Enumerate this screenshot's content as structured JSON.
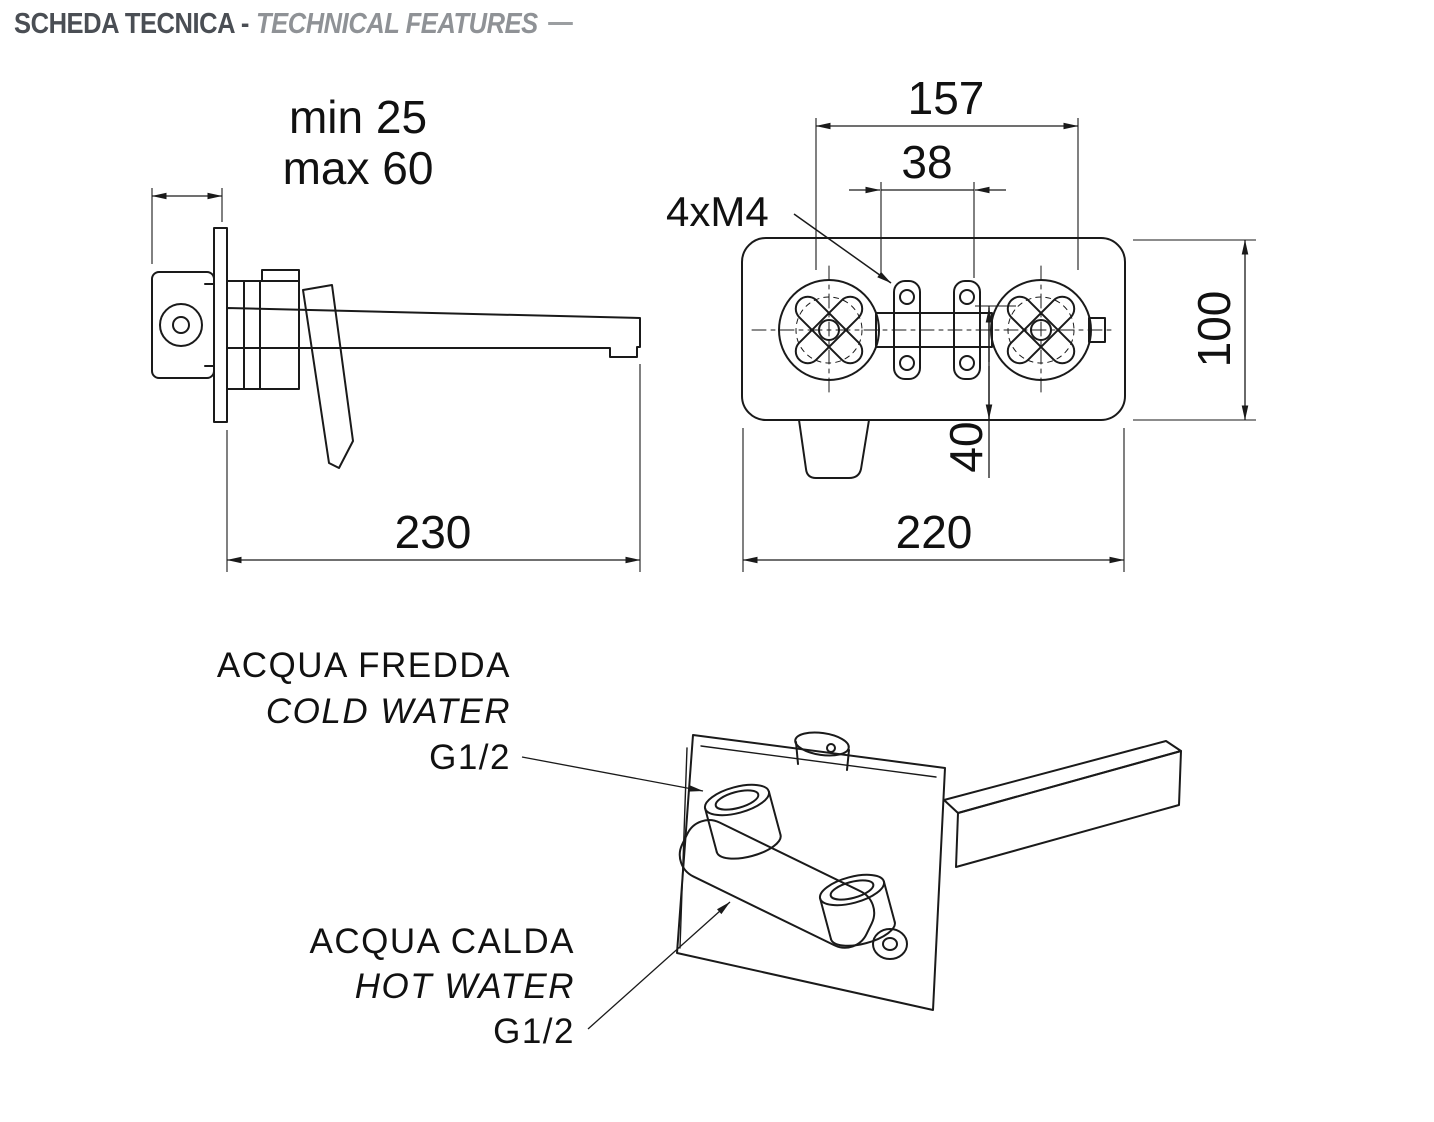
{
  "header": {
    "title_it": "SCHEDA TECNICA -",
    "title_en": "TECHNICAL FEATURES"
  },
  "side_view": {
    "dim_depth_min": "min 25",
    "dim_depth_max": "max 60",
    "dim_spout_length": "230"
  },
  "front_view": {
    "dim_hole_span": "157",
    "dim_hole_pitch": "38",
    "screws_label": "4xM4",
    "dim_plate_height": "100",
    "dim_spout_offset": "40",
    "dim_plate_width": "220"
  },
  "connections": {
    "cold": {
      "label_it": "ACQUA FREDDA",
      "label_en": "COLD WATER",
      "thread": "G1/2"
    },
    "hot": {
      "label_it": "ACQUA CALDA",
      "label_en": "HOT WATER",
      "thread": "G1/2"
    }
  },
  "colors": {
    "line": "#1a1a1a",
    "title_dark": "#4a4e54",
    "title_gray": "#8f9296"
  }
}
